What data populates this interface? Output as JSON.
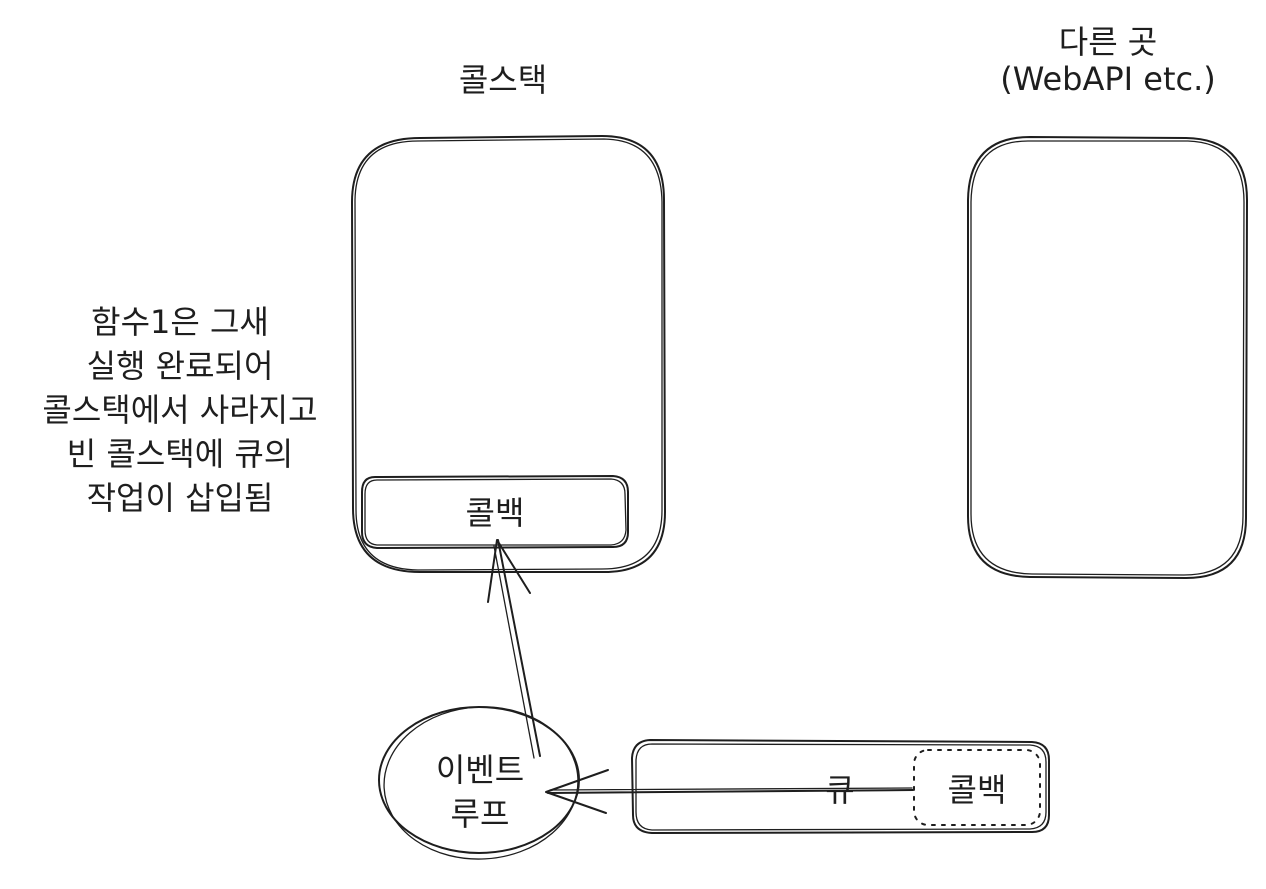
{
  "callstack": {
    "title": "콜스택",
    "item_label": "콜백"
  },
  "other_place": {
    "title": "다른 곳\n(WebAPI etc.)"
  },
  "annotation": {
    "text": "함수1은 그새\n실행 완료되어\n콜스택에서 사라지고\n빈 콜스택에 큐의\n작업이 삽입됨"
  },
  "event_loop": {
    "label": "이벤트\n루프"
  },
  "queue": {
    "label": "큐",
    "item_label": "콜백"
  },
  "colors": {
    "stroke": "#1e1e1e",
    "background": "#ffffff"
  }
}
